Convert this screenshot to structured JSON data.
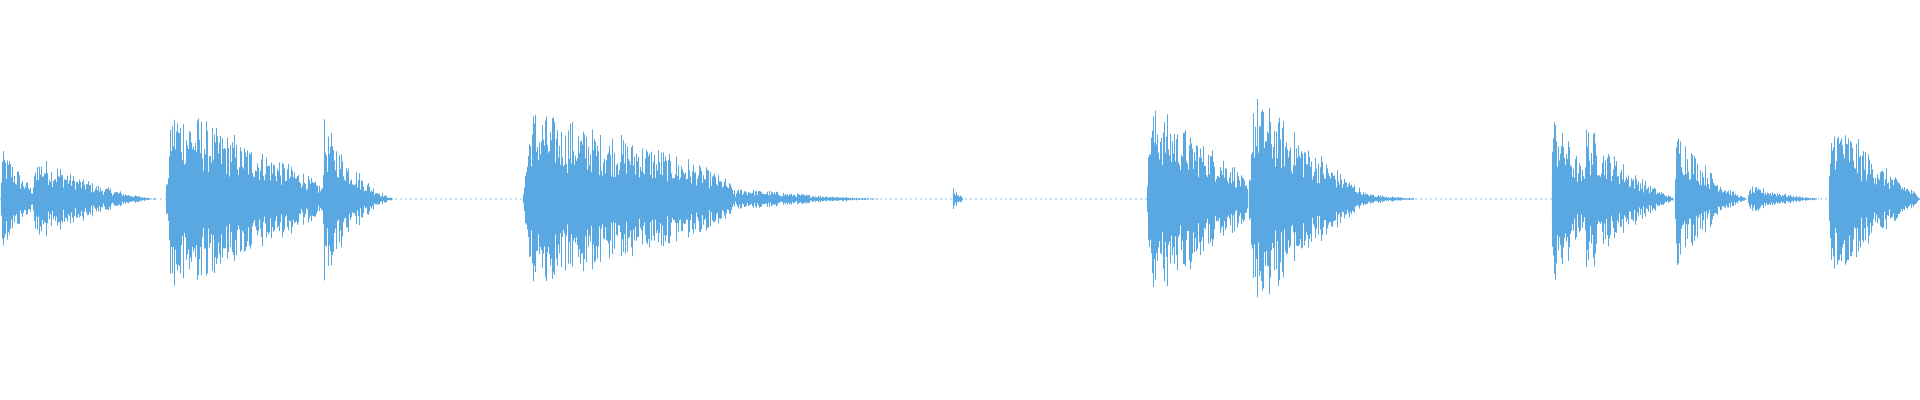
{
  "waveform": {
    "color": "#5aa8e2",
    "background": "#ffffff",
    "segments": [
      {
        "start": 0.0,
        "end": 0.022,
        "peak": 0.45,
        "decay": 0.35
      },
      {
        "start": 0.016,
        "end": 0.085,
        "peak": 0.4,
        "decay": 0.06
      },
      {
        "start": 0.086,
        "end": 0.17,
        "peak": 0.8,
        "decay": 0.6
      },
      {
        "start": 0.167,
        "end": 0.205,
        "peak": 0.68,
        "decay": 0.12
      },
      {
        "start": 0.272,
        "end": 0.383,
        "peak": 0.74,
        "decay": 0.7
      },
      {
        "start": 0.381,
        "end": 0.47,
        "peak": 0.1,
        "decay": 0.06
      },
      {
        "start": 0.496,
        "end": 0.502,
        "peak": 0.12,
        "decay": 0.3
      },
      {
        "start": 0.597,
        "end": 0.65,
        "peak": 0.8,
        "decay": 0.7
      },
      {
        "start": 0.65,
        "end": 0.712,
        "peak": 0.95,
        "decay": 0.4
      },
      {
        "start": 0.708,
        "end": 0.745,
        "peak": 0.06,
        "decay": 0.08
      },
      {
        "start": 0.808,
        "end": 0.828,
        "peak": 0.8,
        "decay": 0.55
      },
      {
        "start": 0.824,
        "end": 0.872,
        "peak": 0.65,
        "decay": 0.25
      },
      {
        "start": 0.872,
        "end": 0.91,
        "peak": 0.65,
        "decay": 0.15
      },
      {
        "start": 0.91,
        "end": 0.952,
        "peak": 0.12,
        "decay": 0.1
      },
      {
        "start": 0.952,
        "end": 1.0,
        "peak": 0.75,
        "decay": 0.35
      }
    ]
  }
}
